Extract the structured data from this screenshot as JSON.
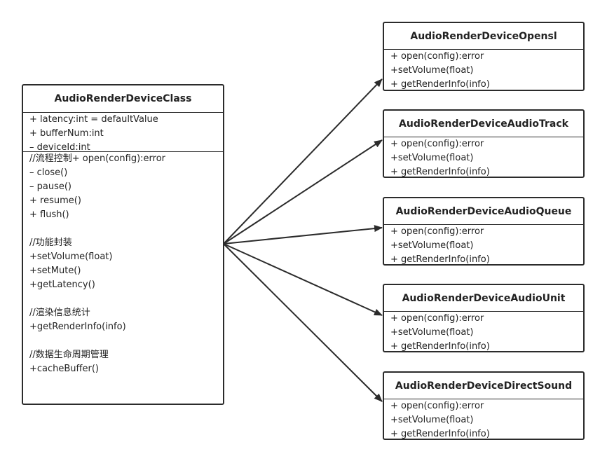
{
  "main_class": {
    "title": "AudioRenderDeviceClass",
    "attributes": [
      "+ latency:int = defaultValue",
      "+ bufferNum:int",
      "– deviceId:int"
    ],
    "methods": [
      "//流程控制+ open(config):error",
      "– close()",
      "– pause()",
      "+ resume()",
      "+ flush()",
      "",
      "//功能封装",
      "+setVolume(float)",
      "+setMute()",
      "+getLatency()",
      "",
      "//渲染信息统计",
      "+getRenderInfo(info)",
      "",
      "//数据生命周期管理",
      "+cacheBuffer()"
    ]
  },
  "subclasses": [
    {
      "title": "AudioRenderDeviceOpensl",
      "methods": [
        "+ open(config):error",
        "+setVolume(float)",
        "+ getRenderInfo(info)"
      ]
    },
    {
      "title": "AudioRenderDeviceAudioTrack",
      "methods": [
        "+ open(config):error",
        "+setVolume(float)",
        "+ getRenderInfo(info)"
      ]
    },
    {
      "title": "AudioRenderDeviceAudioQueue",
      "methods": [
        "+ open(config):error",
        "+setVolume(float)",
        "+ getRenderInfo(info)"
      ]
    },
    {
      "title": "AudioRenderDeviceAudioUnit",
      "methods": [
        "+ open(config):error",
        "+setVolume(float)",
        "+ getRenderInfo(info)"
      ]
    },
    {
      "title": "AudioRenderDeviceDirectSound",
      "methods": [
        "+ open(config):error",
        "+setVolume(float)",
        "+ getRenderInfo(info)"
      ]
    }
  ],
  "colors": {
    "line": "#2b2b2b",
    "text": "#222222",
    "background": "#ffffff"
  }
}
